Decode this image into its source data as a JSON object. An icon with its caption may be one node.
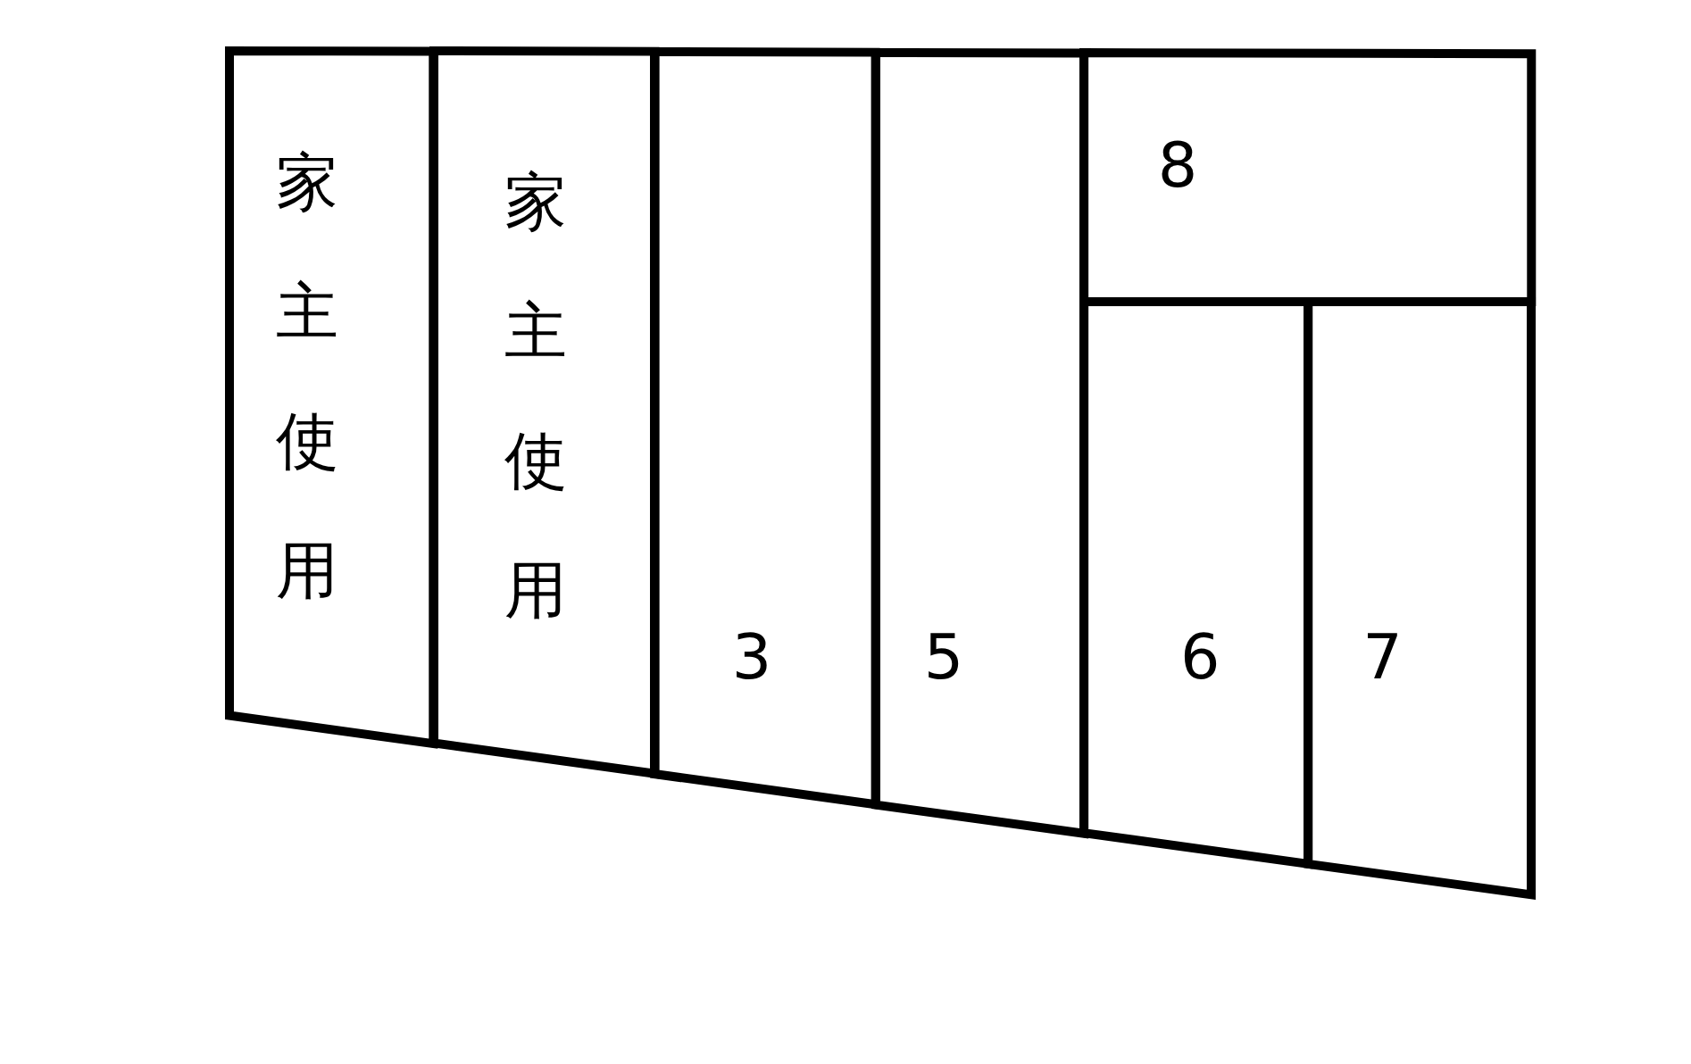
{
  "diagram": {
    "nodes": [
      {
        "text": [
          "家主使用"
        ]
      },
      {
        "text": [
          "家主使用"
        ]
      },
      {
        "text": [
          "3"
        ]
      },
      {
        "text": [
          "5"
        ]
      },
      {
        "text": [
          "8"
        ]
      },
      {
        "text": [
          "6"
        ]
      },
      {
        "text": [
          "7"
        ]
      }
    ]
  }
}
